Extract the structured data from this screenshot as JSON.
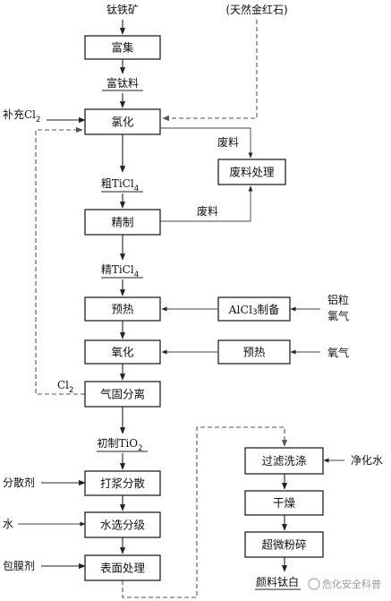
{
  "inputs": {
    "ilmenite": "钛铁矿",
    "natural_rutile": "(天然金红石)",
    "supplement_cl2": "补充Cl",
    "al_grains": "铝粒",
    "chlorine_gas": "氯气",
    "oxygen_gas": "氧气",
    "dispersant": "分散剂",
    "water": "水",
    "coating_agent": "包膜剂",
    "purified_water": "净化水"
  },
  "intermediates": {
    "rich_ti_material": "富钛料",
    "crude_ticl4_base": "粗TiCl",
    "refined_ticl4_base": "精TiCl",
    "waste_1": "废料",
    "waste_2": "废料",
    "cl2_recycle": "Cl",
    "initial_tio2_base": "初制TiO",
    "final_product": "颜料钛白"
  },
  "subscripts": {
    "two": "2",
    "four": "4",
    "three": "3"
  },
  "process_steps": {
    "enrichment": "富集",
    "chlorination": "氯化",
    "waste_treatment": "废料处理",
    "refining": "精制",
    "preheat_main": "预热",
    "alcl3_prep_base": "AlCl",
    "alcl3_prep_suffix": "制备",
    "oxidation": "氧化",
    "preheat_oxygen": "预热",
    "gas_solid_separation": "气固分离",
    "slurry_dispersion": "打浆分散",
    "water_classification": "水选分级",
    "surface_treatment": "表面处理",
    "filter_wash": "过滤洗涤",
    "drying": "干燥",
    "ultrafine_grinding": "超微粉碎"
  },
  "watermark": "危化安全科普"
}
